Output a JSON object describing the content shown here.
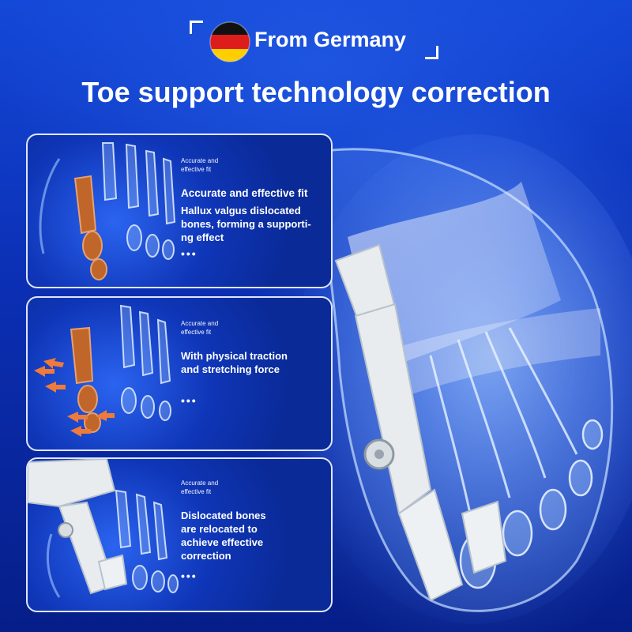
{
  "banner": {
    "origin_text": "From Germany",
    "flag_icon": "germany-flag-icon",
    "headline": "Toe support technology correction"
  },
  "panels": [
    {
      "small_caption": "Accurate and effective fit",
      "title": "Accurate and effective fit",
      "body": [
        "Hallux valgus dislocated",
        "bones, forming a supporti-",
        "ng effect"
      ],
      "ellipsis": "•••"
    },
    {
      "small_caption": "Accurate and effective fit",
      "title": "",
      "body": [
        "With physical traction",
        "and stretching force"
      ],
      "ellipsis": "•••"
    },
    {
      "small_caption": "Accurate and effective fit",
      "title": "",
      "body": [
        "Dislocated bones",
        "are relocated to",
        "achieve effective",
        "correction"
      ],
      "ellipsis": "•••"
    }
  ],
  "colors": {
    "background": "#0b2fb4",
    "panel_border": "#dfe6f7",
    "highlight_bone": "#c0662a",
    "arrow": "#f07a3a",
    "brace": "#e8ecef"
  }
}
